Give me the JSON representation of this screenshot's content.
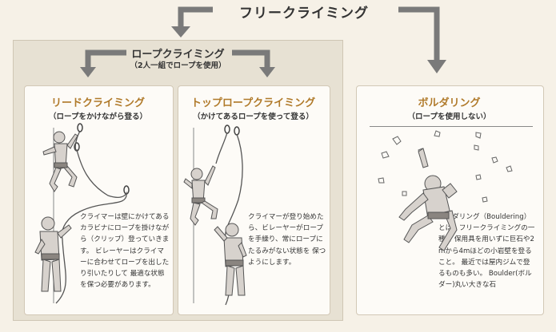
{
  "main_title": "フリークライミング",
  "rope_climbing": {
    "title": "ロープクライミング",
    "subtitle": "（2人一組でロープを使用）"
  },
  "lead": {
    "title": "リードクライミング",
    "subtitle": "（ロープをかけながら登る）",
    "description": "クライマーは壁にかけてあるカラビナにロープを掛けながら（クリップ）登っていきます。 ビレーヤーはクライマーに合わせてロープを出したり引いたりして 最適な状態を保つ必要があります。"
  },
  "toprope": {
    "title": "トップロープクライミング",
    "subtitle": "（かけてあるロープを使って登る）",
    "description": "クライマーが登り始めたら、ビレーヤーがロープを手繰り、常にロープにたるみがない状態を 保つようにします。"
  },
  "bouldering": {
    "title": "ボルダリング",
    "subtitle": "（ロープを使用しない）",
    "description": "ボルダリング（Bouldering）とは、フリークライミングの一種で 保用具を用いずに巨石や2mから4mほどの小岩壁を登ること。 最近では屋内ジムで登るものも多い。 Boulder(ボルダー)丸い大きな石"
  },
  "colors": {
    "background": "#f6f1e7",
    "panel": "#e7e1d3",
    "card": "#fdfbf7",
    "accent": "#b07a2a",
    "arrow": "#7a7a7a",
    "figure": "#d7d2cd"
  }
}
